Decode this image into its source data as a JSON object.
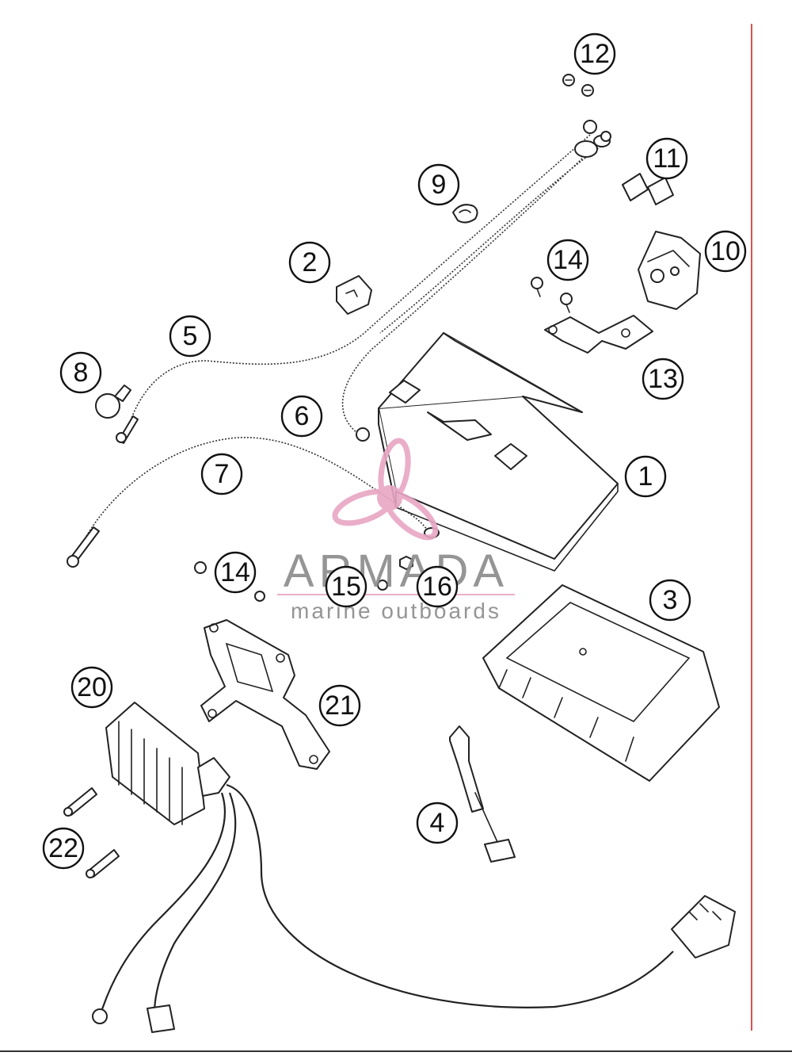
{
  "callouts": [
    {
      "id": "callout-1",
      "label": "1"
    },
    {
      "id": "callout-2",
      "label": "2"
    },
    {
      "id": "callout-3",
      "label": "3"
    },
    {
      "id": "callout-4",
      "label": "4"
    },
    {
      "id": "callout-5",
      "label": "5"
    },
    {
      "id": "callout-6",
      "label": "6"
    },
    {
      "id": "callout-7",
      "label": "7"
    },
    {
      "id": "callout-8",
      "label": "8"
    },
    {
      "id": "callout-9",
      "label": "9"
    },
    {
      "id": "callout-10",
      "label": "10"
    },
    {
      "id": "callout-11",
      "label": "11"
    },
    {
      "id": "callout-12",
      "label": "12"
    },
    {
      "id": "callout-13",
      "label": "13"
    },
    {
      "id": "callout-14a",
      "label": "14"
    },
    {
      "id": "callout-14b",
      "label": "14"
    },
    {
      "id": "callout-15",
      "label": "15"
    },
    {
      "id": "callout-16",
      "label": "16"
    },
    {
      "id": "callout-20",
      "label": "20"
    },
    {
      "id": "callout-21",
      "label": "21"
    },
    {
      "id": "callout-22",
      "label": "22"
    }
  ],
  "watermark": {
    "brand": "ARMADA",
    "tagline": "marine outboards",
    "logo": "propeller-logo-icon",
    "brand_color": "#e8a6c4"
  },
  "colors": {
    "margin_line": "#d9534f",
    "line_art": "#222222"
  }
}
